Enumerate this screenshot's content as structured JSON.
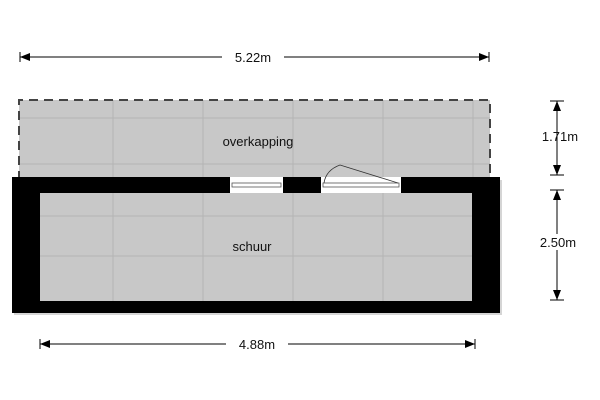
{
  "rooms": {
    "covered_area": "overkapping",
    "shed": "schuur"
  },
  "dimensions": {
    "top_width": "5.22m",
    "bottom_width": "4.88m",
    "covered_depth": "1.71m",
    "shed_depth": "2.50m"
  },
  "colors": {
    "floor": "#c8c8c8",
    "wall": "#000000",
    "grid": "#b4b4b4"
  }
}
